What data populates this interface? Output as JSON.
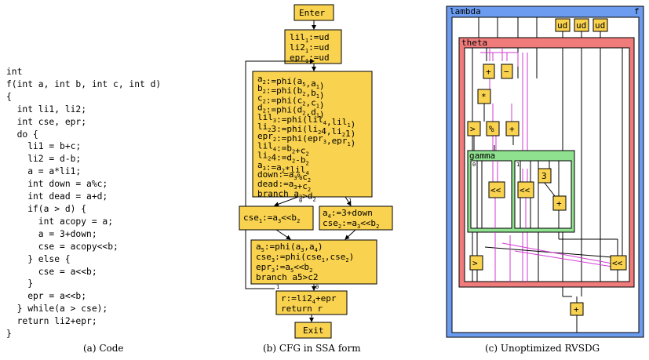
{
  "code": {
    "lines": [
      "int",
      "f(int a, int b, int c, int d)",
      "{",
      "  int li1, li2;",
      "  int cse, epr;",
      "  do {",
      "    li1 = b+c;",
      "    li2 = d-b;",
      "    a = a*li1;",
      "    int down = a%c;",
      "    int dead = a+d;",
      "    if(a > d) {",
      "      int acopy = a;",
      "      a = 3+down;",
      "      cse = acopy<<b;",
      "    } else {",
      "      cse = a<<b;",
      "    }",
      "    epr = a<<b;",
      "  } while(a > cse);",
      "  return li2+epr;",
      "}"
    ]
  },
  "cfg": {
    "enter": "Enter",
    "init": [
      "lil1:=ud",
      "li21:=ud",
      "epr1:=ud"
    ],
    "loop": [
      "a2:=phi(a5,a1)",
      "b2:=phi(b2,b1)",
      "c2:=phi(c2,c1)",
      "d2:=phi(d2,d1)",
      "lil3:=phi(lil4,lil1)",
      "li23:=phi(li24,li21)",
      "epr2:=phi(epr3,epr1)",
      "lil4:=b2+c2",
      "li24:=d2-b2",
      "a3:=a2*lil4",
      "down:=a3%c2",
      "dead:=a3+c2",
      "branch a3>d2"
    ],
    "left_branch": "cse1:=a3<<b2",
    "right_branch": [
      "a4:=3+down",
      "cse2:=a3<<b2"
    ],
    "merge": [
      "a5:=phi(a3,a4)",
      "cse3:=phi(cse1,cse2)",
      "epr3:=a5<<b2",
      "branch a5>c2"
    ],
    "ret": [
      "r:=li24+epr",
      "return r"
    ],
    "exit": "Exit",
    "edge_labels": [
      "0",
      "1",
      "1",
      "0"
    ]
  },
  "rvsdg": {
    "lambda": "lambda",
    "f": "f",
    "theta": "theta",
    "gamma": "gamma",
    "ud_labels": [
      "ud",
      "ud",
      "ud"
    ],
    "ops": {
      "plus": "+",
      "minus": "−",
      "mul": "*",
      "gt": ">",
      "mod": "%",
      "shl": "<<",
      "three": "3"
    },
    "region_labels": [
      "0",
      "1"
    ],
    "colors": {
      "lambda": "#6b9cf0",
      "theta": "#ef7b7b",
      "gamma": "#8fe08f",
      "node": "#f9d24f",
      "highlight_wire": "#d23bd2"
    }
  },
  "captions": {
    "a": "(a) Code",
    "b": "(b) CFG in SSA form",
    "c": "(c) Unoptimized RVSDG"
  }
}
